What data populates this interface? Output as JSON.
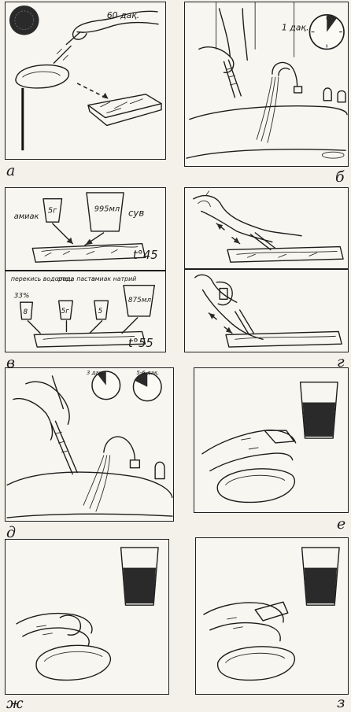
{
  "panels": {
    "a": {
      "letter": "а",
      "label_time": "60 дақ."
    },
    "b": {
      "letter": "б",
      "label_time": "1 дақ."
    },
    "v": {
      "letter": "в",
      "top": {
        "cup1": "5г",
        "cup1_label": "амиак",
        "cup2": "995мл",
        "cup2_label": "сув",
        "temp": "t°45"
      },
      "bottom": {
        "labels": [
          "перекись водорода",
          "спец. паста",
          "амиак натрий"
        ],
        "percent": "33%",
        "cups": [
          "8",
          "5г",
          "5"
        ],
        "cup_big": "875мл",
        "temp": "t°55"
      }
    },
    "g": {
      "letter": "г"
    },
    "d": {
      "letter": "д",
      "time1": "3 дақ.",
      "time2": "5-6 дақ."
    },
    "e": {
      "letter": "е"
    },
    "zh": {
      "letter": "ж"
    },
    "z": {
      "letter": "з"
    }
  }
}
